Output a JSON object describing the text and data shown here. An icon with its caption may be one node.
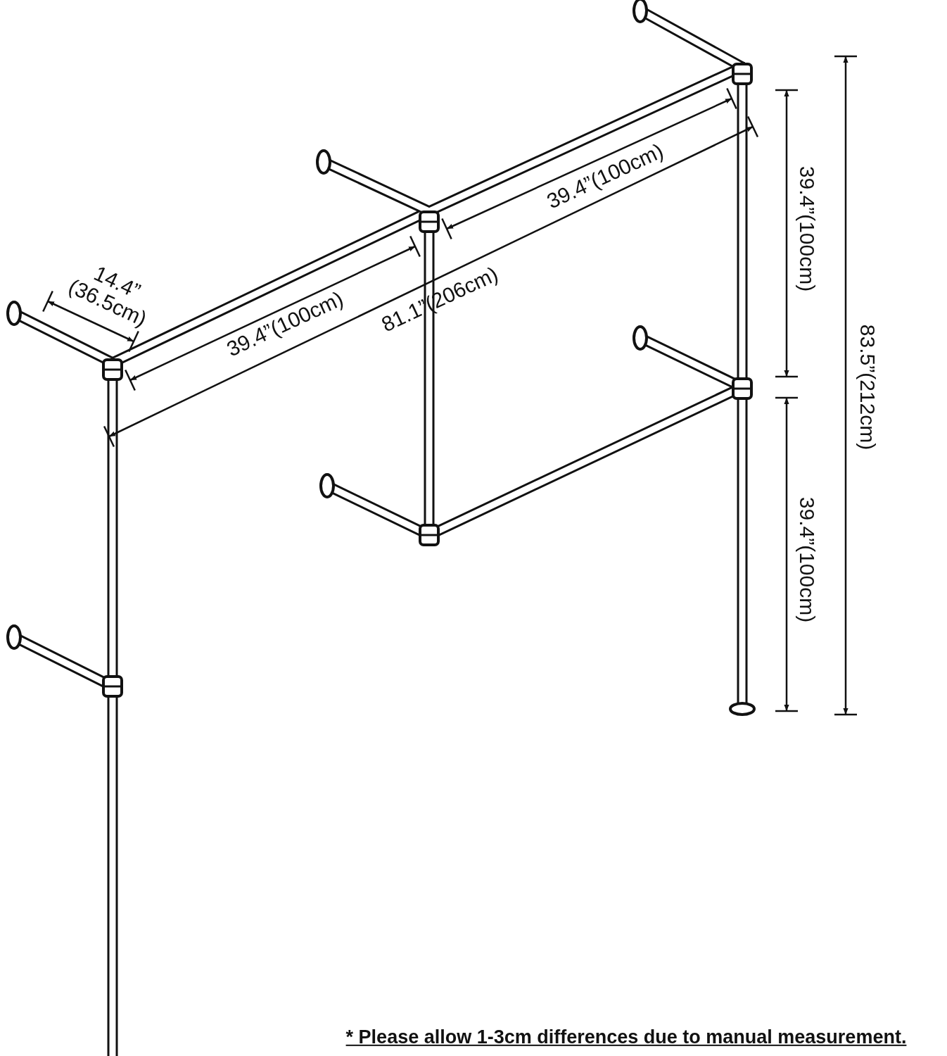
{
  "diagram": {
    "labels": [
      "39.4”(100cm)",
      "39.4”(100cm)",
      "14.4” (36.5cm)",
      "81.1”(206cm)",
      "39.4”(100cm)",
      "83.5”(212cm)",
      "39.4”(100cm)",
      "* Please allow 1-3cm differences due to manual measurement."
    ]
  }
}
